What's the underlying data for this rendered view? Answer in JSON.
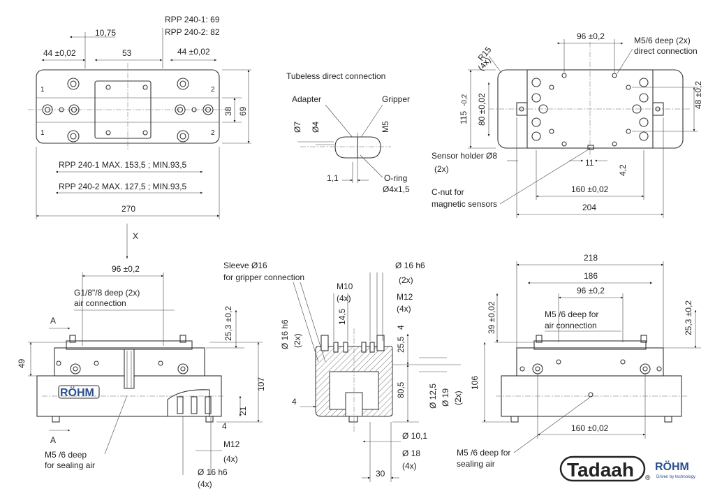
{
  "top_left_view": {
    "rpp_label_1": "RPP 240-1: 69",
    "rpp_label_2": "RPP 240-2: 82",
    "dim_10_75": "10,75",
    "dim_44_left": "44 ±0,02",
    "dim_53": "53",
    "dim_44_right": "44 ±0,02",
    "dim_38": "38",
    "dim_69": "69",
    "stroke_1": "RPP 240-1 MAX. 153,5 ; MIN.93,5",
    "stroke_2": "RPP 240-2 MAX. 127,5 ; MIN.93,5",
    "dim_270": "270",
    "mark_1": "1",
    "mark_2": "2"
  },
  "tubeless": {
    "title": "Tubeless direct connection",
    "adapter": "Adapter",
    "gripper": "Gripper",
    "d7": "Ø7",
    "d4": "Ø4",
    "m5": "M5",
    "dim_1_1": "1,1",
    "oring_1": "O-ring",
    "oring_2": "Ø4x1,5"
  },
  "top_right_view": {
    "dim_96": "96 ±0,2",
    "m56_1": "M5/6 deep (2x)",
    "m56_2": "direct connection",
    "r15": "R15",
    "r15_count": "(4x)",
    "dim_115": "115",
    "dim_115_tol": "-0,2",
    "dim_80": "80 ±0,02",
    "dim_48": "48 ±0,2",
    "sensor_1": "Sensor holder  Ø8",
    "sensor_2": "(2x)",
    "dim_11": "11",
    "dim_4_2": "4,2",
    "cnut_1": "C-nut for",
    "cnut_2": "magnetic sensors",
    "dim_160": "160 ±0,02",
    "dim_204": "204"
  },
  "front_view": {
    "arrow_x": "X",
    "dim_96": "96 ±0,2",
    "g18_1": "G1/8\"/8 deep (2x)",
    "g18_2": "air connection",
    "section_a_top": "A",
    "section_a_bottom": "A",
    "dim_49": "49",
    "dim_25_3": "25,3 ±0,2",
    "dim_107": "107",
    "dim_21": "21",
    "dim_4": "4",
    "m5_1": "M5 /6 deep",
    "m5_2": "for sealing air",
    "m12": "M12",
    "m12_count": "(4x)",
    "d16": "Ø 16 h6",
    "d16_count": "(4x)",
    "brand": "RÖHM"
  },
  "section_view": {
    "sleeve_1": "Sleeve Ø16",
    "sleeve_2": "for gripper connection",
    "m10": "M10",
    "m10_count": "(4x)",
    "d16h6_top": "Ø 16 h6",
    "d16h6_top_count": "(2x)",
    "m12": "M12",
    "m12_count": "(4x)",
    "d16h6_side": "Ø 16 h6",
    "d16h6_side_count": "(2x)",
    "dim_14_5": "14,5",
    "dim_4_top": "4",
    "dim_25_5": "25,5",
    "dim_80_5": "80,5",
    "dim_12_5": "Ø 12,5",
    "dim_19": "Ø 19",
    "dim_19_count": "(2x)",
    "dim_4_left": "4",
    "dim_10_1": "Ø 10,1",
    "dim_18": "Ø 18",
    "dim_18_count": "(4x)",
    "dim_30": "30"
  },
  "side_view": {
    "dim_218": "218",
    "dim_186": "186",
    "dim_96": "96 ±0,2",
    "m5_air_1": "M5 /6 deep for",
    "m5_air_2": "air connection",
    "dim_39": "39 ±0,02",
    "dim_25_3": "25,3 ±0,2",
    "dim_106": "106",
    "dim_160": "160 ±0,02",
    "m5_seal_1": "M5 /6 deep for",
    "m5_seal_2": "sealing air"
  },
  "logos": {
    "tadaah": "Tadaah",
    "registered": "®",
    "rohm": "RÖHM",
    "rohm_tagline": "Driven by technology"
  }
}
